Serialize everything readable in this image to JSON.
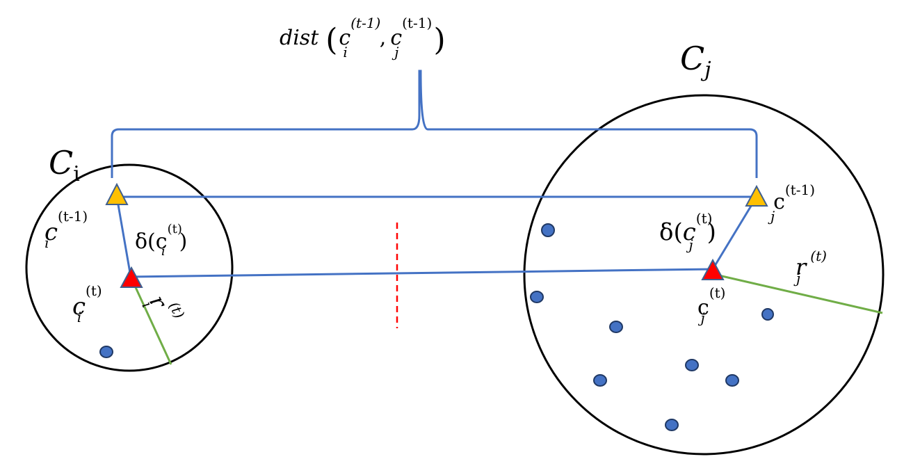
{
  "colors": {
    "cluster_outline": "#000000",
    "connector": "#4472C4",
    "radius": "#70AD47",
    "prev_centroid": "#FFC000",
    "curr_centroid": "#FF0000",
    "triangle_stroke": "#3F5F8F",
    "point": "#4472C4",
    "divider": "#FF0000"
  },
  "labels": {
    "dist": {
      "func": "dist",
      "open": "(",
      "c1": "c",
      "c1_sub": "i",
      "c1_sup": "(t-1)",
      "comma": ",",
      "c2": "c",
      "c2_sub": "j",
      "c2_sup": "(t-1)",
      "close": ")"
    },
    "cluster_i": {
      "base": "C",
      "sub": "i"
    },
    "cluster_j": {
      "base": "C",
      "sub": "j"
    },
    "ci_prev": {
      "base": "c",
      "sub": "i",
      "sup": "(t-1)"
    },
    "ci_curr": {
      "base": "c",
      "sub": "i",
      "sup": "(t)"
    },
    "delta_i": {
      "open": "δ(c",
      "sub": "i",
      "sup": "(t)",
      "close": ")"
    },
    "r_i": {
      "base": "r",
      "sub": "i",
      "sup": "(t)"
    },
    "cj_prev": {
      "base": "c",
      "sub": "j",
      "sup": "(t-1)"
    },
    "cj_curr": {
      "base": "c",
      "sub": "j",
      "sup": "(t)"
    },
    "delta_j": {
      "open": "δ(",
      "base": "c",
      "sub": "j",
      "sup": "(t)",
      "close": ")"
    },
    "r_j": {
      "base": "r",
      "sub": "j",
      "sup": "(t)"
    }
  }
}
